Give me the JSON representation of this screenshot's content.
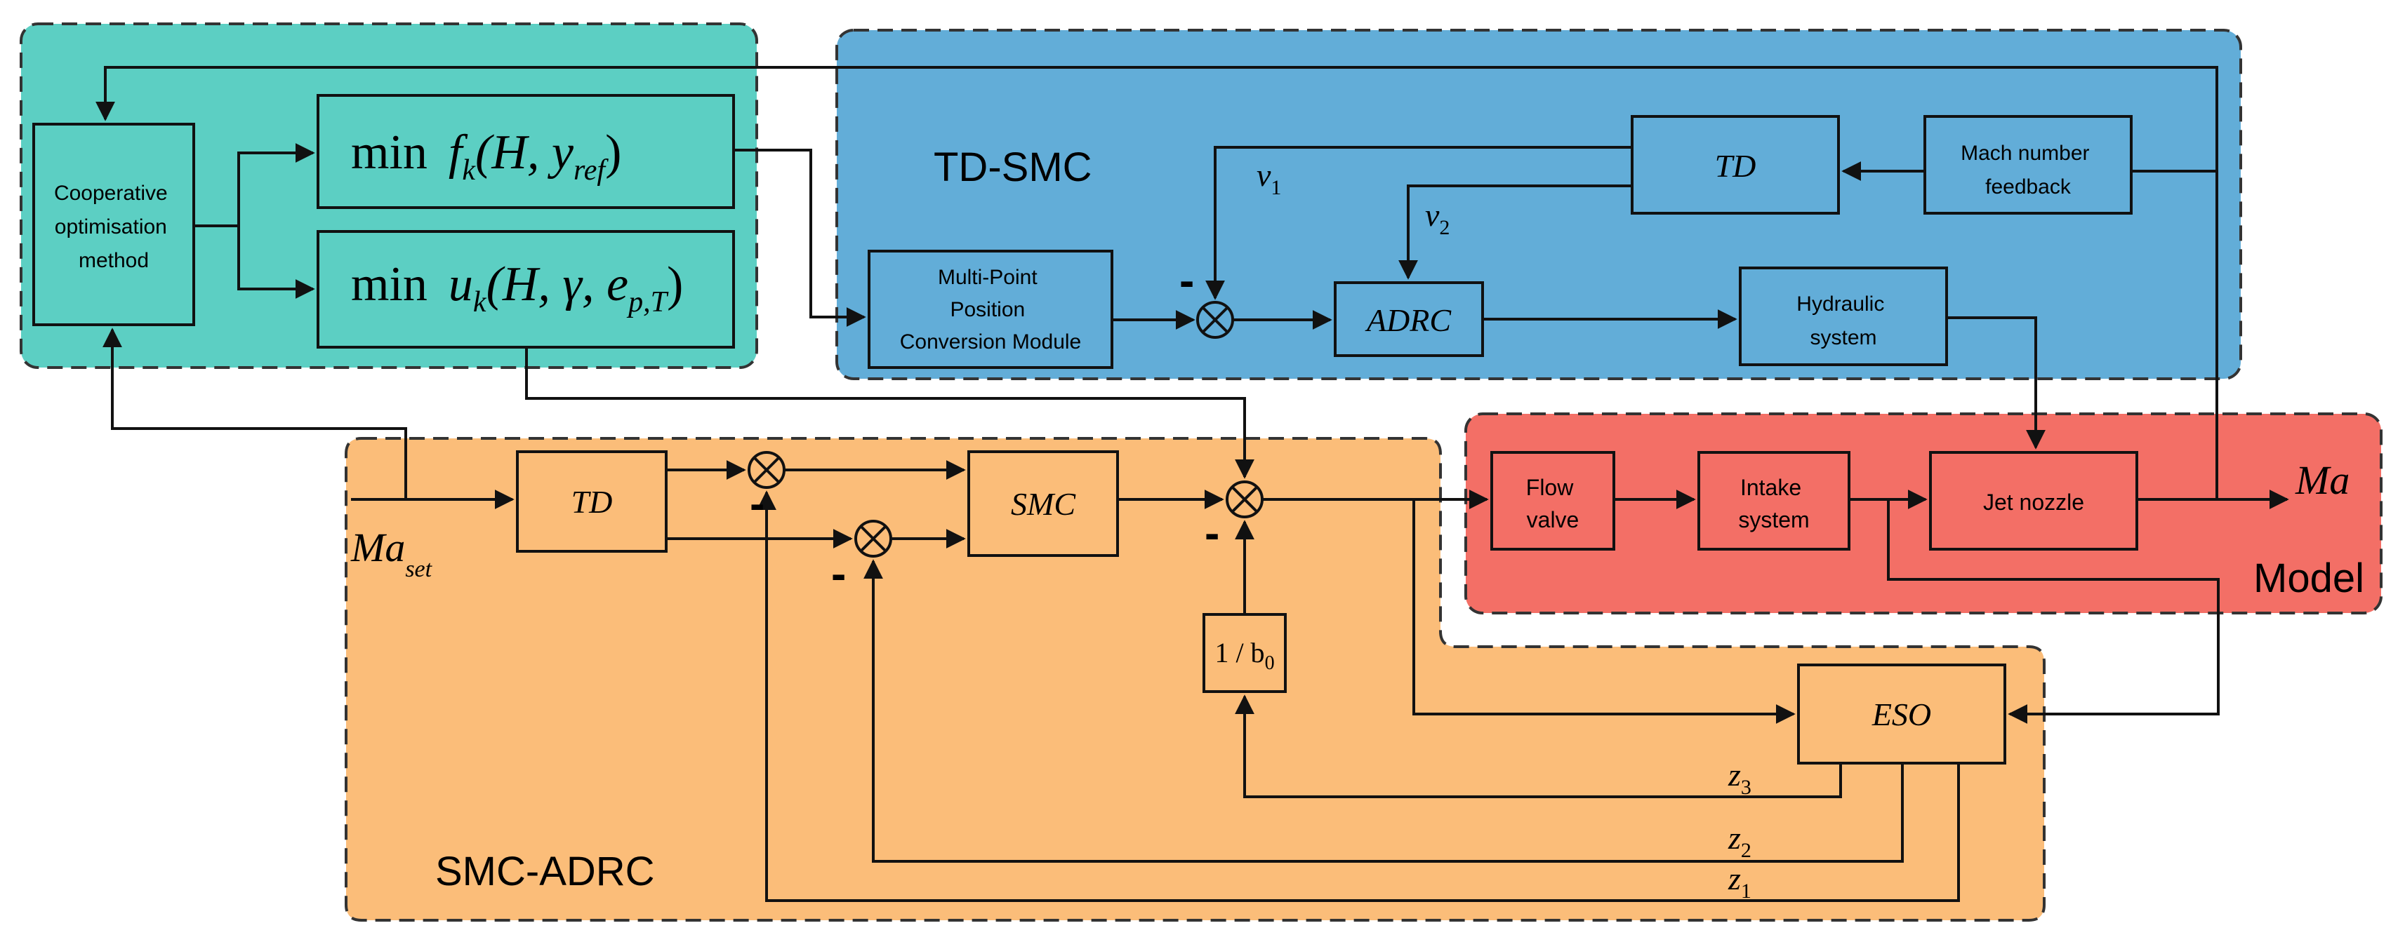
{
  "regions": {
    "optimisation": {
      "color": "#5ccfc3"
    },
    "td_smc": {
      "label": "TD-SMC",
      "color": "#62add8"
    },
    "smc_adrc": {
      "label": "SMC-ADRC",
      "color": "#fbbd79"
    },
    "model": {
      "label": "Model",
      "color": "#f36f66"
    }
  },
  "blocks": {
    "cooperative": {
      "lines": [
        "Cooperative",
        "optimisation",
        "method"
      ]
    },
    "min_f": {
      "prefix": "min",
      "func": "f",
      "sub": "k",
      "args": "(H, y",
      "argsub": "ref",
      "close": ")"
    },
    "min_u": {
      "prefix": "min",
      "func": "u",
      "sub": "k",
      "args": "(H, γ, e",
      "argsub": "p,T",
      "close": ")"
    },
    "multipoint": {
      "lines": [
        "Multi-Point",
        "Position",
        "Conversion Module"
      ]
    },
    "td_top": {
      "label": "TD"
    },
    "mach_feedback": {
      "lines": [
        "Mach number",
        "feedback"
      ]
    },
    "adrc": {
      "label": "ADRC"
    },
    "hydraulic": {
      "lines": [
        "Hydraulic",
        "system"
      ]
    },
    "td_bottom": {
      "label": "TD"
    },
    "smc": {
      "label": "SMC"
    },
    "inv_b0": {
      "text": "1 / b",
      "sub": "0"
    },
    "flow_valve": {
      "lines": [
        "Flow",
        "valve"
      ]
    },
    "intake": {
      "lines": [
        "Intake",
        "system"
      ]
    },
    "jet_nozzle": {
      "label": "Jet nozzle"
    },
    "eso": {
      "label": "ESO"
    }
  },
  "signals": {
    "v1": {
      "base": "v",
      "sub": "1"
    },
    "v2": {
      "base": "v",
      "sub": "2"
    },
    "ma_set": {
      "base": "Ma",
      "sub": "set"
    },
    "ma_out": {
      "base": "Ma"
    },
    "z1": {
      "base": "z",
      "sub": "1"
    },
    "z2": {
      "base": "z",
      "sub": "2"
    },
    "z3": {
      "base": "z",
      "sub": "3"
    },
    "minus": "-"
  }
}
